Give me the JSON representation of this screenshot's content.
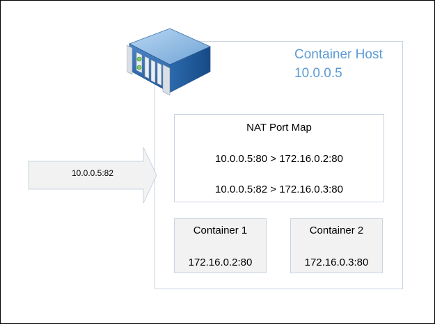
{
  "host": {
    "title": "Container Host",
    "ip": "10.0.0.5"
  },
  "nat": {
    "title": "NAT Port Map",
    "mappings": [
      "10.0.0.5:80 > 172.16.0.2:80",
      "10.0.0.5:82 > 172.16.0.3:80"
    ]
  },
  "containers": [
    {
      "name": "Container 1",
      "address": "172.16.0.2:80"
    },
    {
      "name": "Container 2",
      "address": "172.16.0.3:80"
    }
  ],
  "incoming": {
    "label": "10.0.0.5:82"
  },
  "icons": {
    "server": "server-icon"
  },
  "colors": {
    "host_label": "#5b9bd5",
    "box_border": "#c8d4e0",
    "container_fill": "#f2f2f2",
    "arrow_fill": "#f2f2f2"
  }
}
